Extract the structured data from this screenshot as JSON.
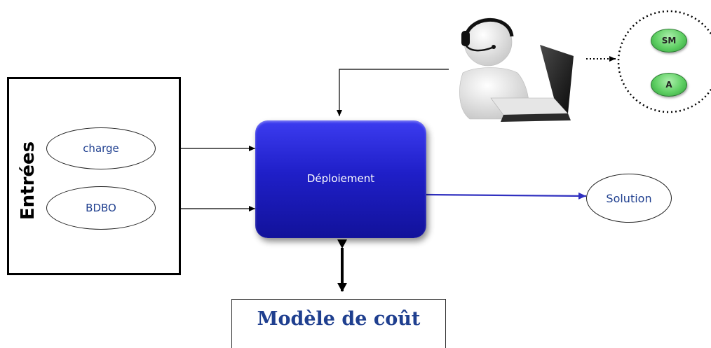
{
  "inputs": {
    "title": "Entrées",
    "items": [
      "charge",
      "BDBO"
    ]
  },
  "process": {
    "label": "Déploiement"
  },
  "output": {
    "label": "Solution"
  },
  "cost_model": {
    "label": "Modèle de coût"
  },
  "user_roles": [
    "SM",
    "A"
  ],
  "colors": {
    "process_fill": "#1f1fc8",
    "node_text": "#1f3f8f",
    "output_arrow": "#3030c0",
    "role_fill": "#5fcf63"
  },
  "icons": [
    "user-at-laptop-icon",
    "headset-icon"
  ]
}
